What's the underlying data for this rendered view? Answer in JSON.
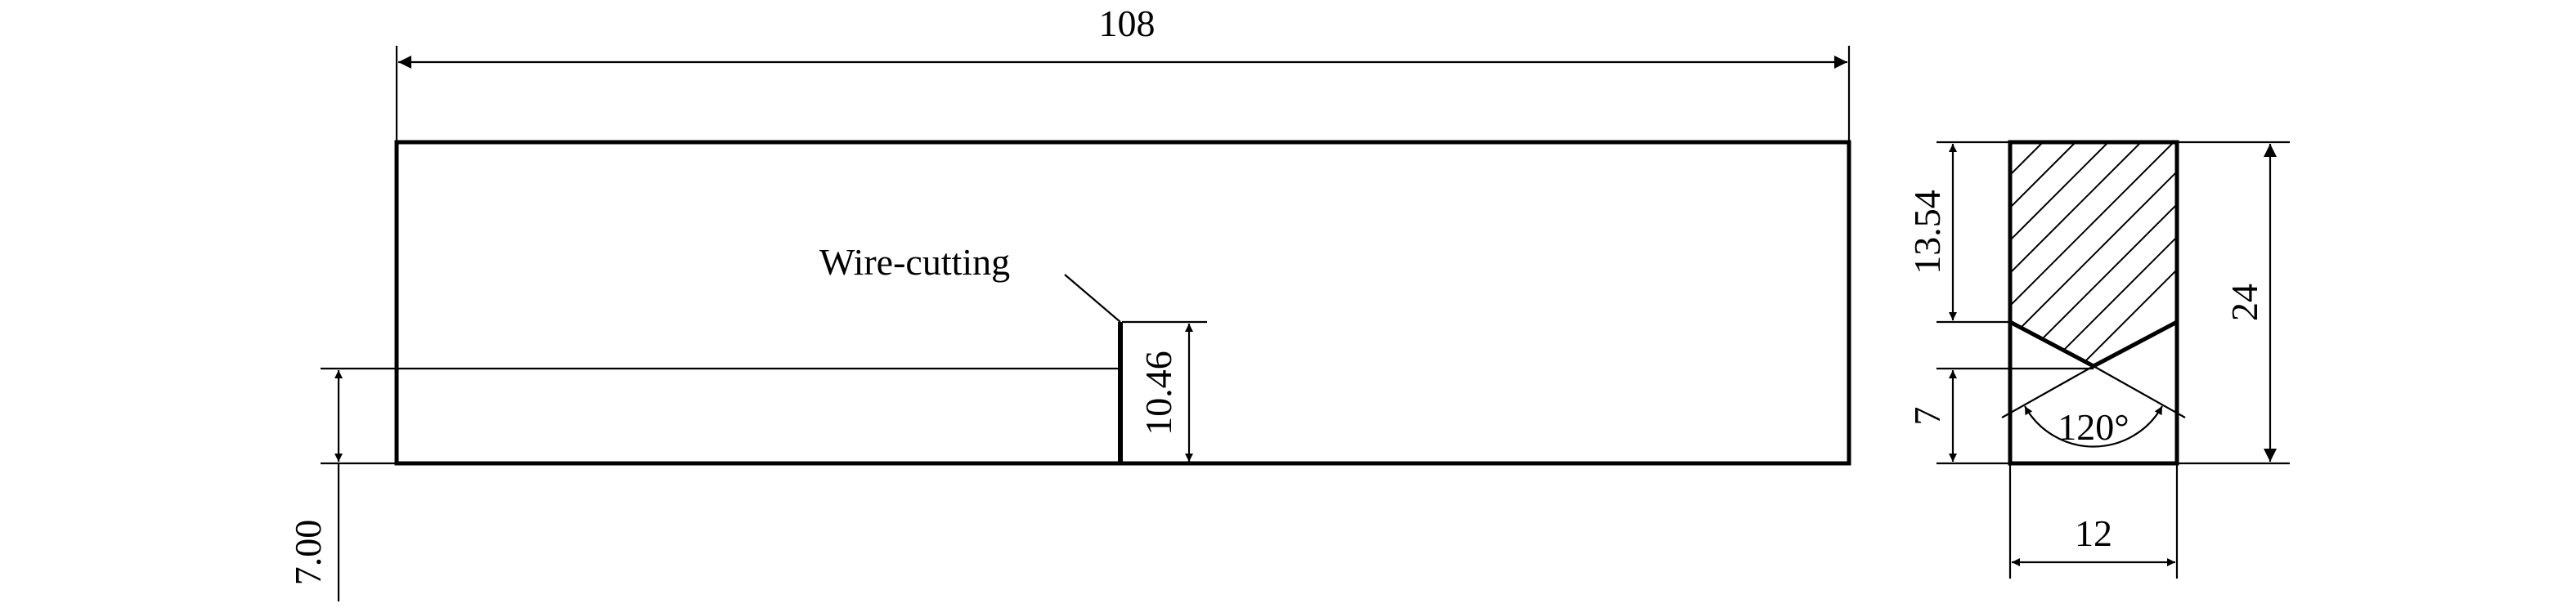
{
  "front_view": {
    "length_label": "108",
    "notch_label": "Wire-cutting",
    "notch_depth_label": "10.46",
    "bottom_offset_label": "7.00"
  },
  "side_view": {
    "top_height_label": "13.54",
    "bottom_height_label": "7",
    "total_height_label": "24",
    "width_label": "12",
    "angle_label": "120°"
  }
}
